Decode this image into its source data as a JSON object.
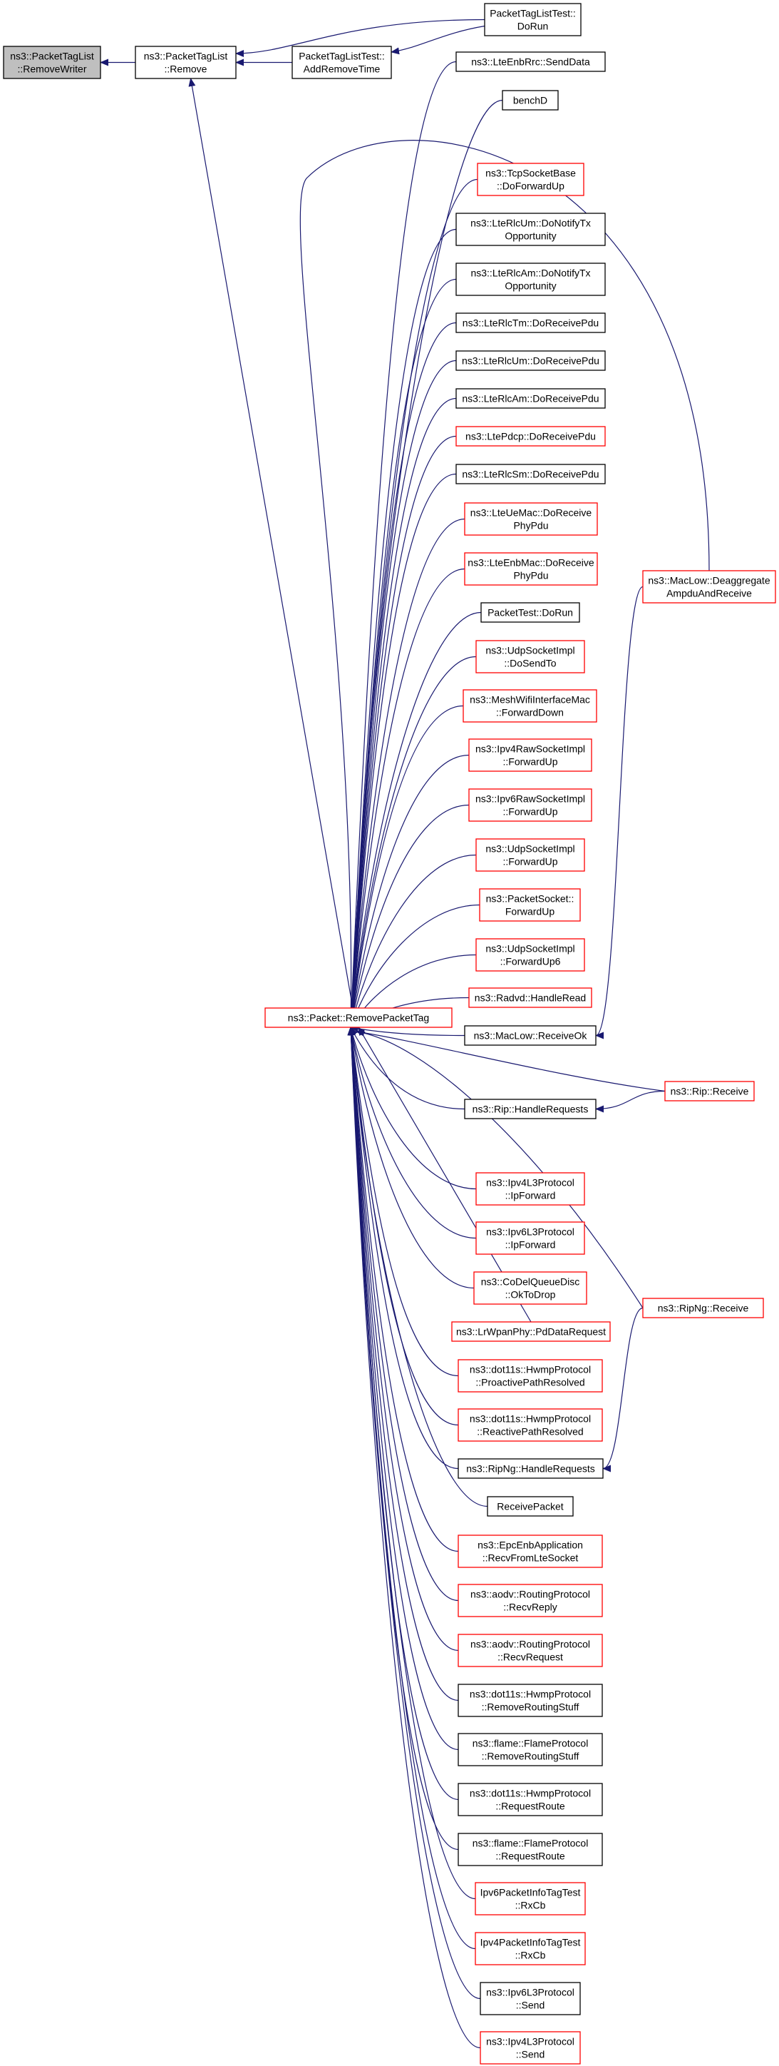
{
  "colors": {
    "edge": "#191970",
    "root_fill": "#bfbfbf",
    "border_black": "#000000",
    "border_red": "#ff0000"
  },
  "nodes": [
    {
      "id": "root",
      "lines": [
        "ns3::PacketTagList",
        "::RemoveWriter"
      ],
      "style": "root"
    },
    {
      "id": "remove",
      "lines": [
        "ns3::PacketTagList",
        "::Remove"
      ],
      "style": "black"
    },
    {
      "id": "ptltdorun",
      "lines": [
        "PacketTagListTest::",
        "DoRun"
      ],
      "style": "black"
    },
    {
      "id": "ptltaddremove",
      "lines": [
        "PacketTagListTest::",
        "AddRemoveTime"
      ],
      "style": "black"
    },
    {
      "id": "removepackettag",
      "lines": [
        "ns3::Packet::RemovePacketTag"
      ],
      "style": "red"
    },
    {
      "id": "n01",
      "lines": [
        "ns3::LteEnbRrc::SendData"
      ],
      "style": "black"
    },
    {
      "id": "n02",
      "lines": [
        "benchD"
      ],
      "style": "black"
    },
    {
      "id": "n03",
      "lines": [
        "ns3::TcpSocketBase",
        "::DoForwardUp"
      ],
      "style": "red"
    },
    {
      "id": "n04",
      "lines": [
        "ns3::LteRlcUm::DoNotifyTx",
        "Opportunity"
      ],
      "style": "black"
    },
    {
      "id": "n05",
      "lines": [
        "ns3::LteRlcAm::DoNotifyTx",
        "Opportunity"
      ],
      "style": "black"
    },
    {
      "id": "n06",
      "lines": [
        "ns3::LteRlcTm::DoReceivePdu"
      ],
      "style": "black"
    },
    {
      "id": "n07",
      "lines": [
        "ns3::LteRlcUm::DoReceivePdu"
      ],
      "style": "black"
    },
    {
      "id": "n08",
      "lines": [
        "ns3::LteRlcAm::DoReceivePdu"
      ],
      "style": "black"
    },
    {
      "id": "n09",
      "lines": [
        "ns3::LtePdcp::DoReceivePdu"
      ],
      "style": "red"
    },
    {
      "id": "n10",
      "lines": [
        "ns3::LteRlcSm::DoReceivePdu"
      ],
      "style": "black"
    },
    {
      "id": "n11",
      "lines": [
        "ns3::LteUeMac::DoReceive",
        "PhyPdu"
      ],
      "style": "red"
    },
    {
      "id": "n12",
      "lines": [
        "ns3::LteEnbMac::DoReceive",
        "PhyPdu"
      ],
      "style": "red"
    },
    {
      "id": "n13",
      "lines": [
        "PacketTest::DoRun"
      ],
      "style": "black"
    },
    {
      "id": "n14",
      "lines": [
        "ns3::UdpSocketImpl",
        "::DoSendTo"
      ],
      "style": "red"
    },
    {
      "id": "n15",
      "lines": [
        "ns3::MeshWifiInterfaceMac",
        "::ForwardDown"
      ],
      "style": "red"
    },
    {
      "id": "n16",
      "lines": [
        "ns3::Ipv4RawSocketImpl",
        "::ForwardUp"
      ],
      "style": "red"
    },
    {
      "id": "n17",
      "lines": [
        "ns3::Ipv6RawSocketImpl",
        "::ForwardUp"
      ],
      "style": "red"
    },
    {
      "id": "n18",
      "lines": [
        "ns3::UdpSocketImpl",
        "::ForwardUp"
      ],
      "style": "red"
    },
    {
      "id": "n19",
      "lines": [
        "ns3::PacketSocket::",
        "ForwardUp"
      ],
      "style": "red"
    },
    {
      "id": "n20",
      "lines": [
        "ns3::UdpSocketImpl",
        "::ForwardUp6"
      ],
      "style": "red"
    },
    {
      "id": "n21",
      "lines": [
        "ns3::Radvd::HandleRead"
      ],
      "style": "red"
    },
    {
      "id": "n22",
      "lines": [
        "ns3::MacLow::ReceiveOk"
      ],
      "style": "black"
    },
    {
      "id": "n23",
      "lines": [
        "ns3::Rip::HandleRequests"
      ],
      "style": "black"
    },
    {
      "id": "n24",
      "lines": [
        "ns3::Ipv4L3Protocol",
        "::IpForward"
      ],
      "style": "red"
    },
    {
      "id": "n25",
      "lines": [
        "ns3::Ipv6L3Protocol",
        "::IpForward"
      ],
      "style": "red"
    },
    {
      "id": "n26",
      "lines": [
        "ns3::CoDelQueueDisc",
        "::OkToDrop"
      ],
      "style": "red"
    },
    {
      "id": "n27",
      "lines": [
        "ns3::LrWpanPhy::PdDataRequest"
      ],
      "style": "red"
    },
    {
      "id": "n28",
      "lines": [
        "ns3::dot11s::HwmpProtocol",
        "::ProactivePathResolved"
      ],
      "style": "red"
    },
    {
      "id": "n29",
      "lines": [
        "ns3::dot11s::HwmpProtocol",
        "::ReactivePathResolved"
      ],
      "style": "red"
    },
    {
      "id": "n30",
      "lines": [
        "ns3::RipNg::HandleRequests"
      ],
      "style": "black"
    },
    {
      "id": "n31",
      "lines": [
        "ReceivePacket"
      ],
      "style": "black"
    },
    {
      "id": "n32",
      "lines": [
        "ns3::EpcEnbApplication",
        "::RecvFromLteSocket"
      ],
      "style": "red"
    },
    {
      "id": "n33",
      "lines": [
        "ns3::aodv::RoutingProtocol",
        "::RecvReply"
      ],
      "style": "red"
    },
    {
      "id": "n34",
      "lines": [
        "ns3::aodv::RoutingProtocol",
        "::RecvRequest"
      ],
      "style": "red"
    },
    {
      "id": "n35",
      "lines": [
        "ns3::dot11s::HwmpProtocol",
        "::RemoveRoutingStuff"
      ],
      "style": "black"
    },
    {
      "id": "n36",
      "lines": [
        "ns3::flame::FlameProtocol",
        "::RemoveRoutingStuff"
      ],
      "style": "black"
    },
    {
      "id": "n37",
      "lines": [
        "ns3::dot11s::HwmpProtocol",
        "::RequestRoute"
      ],
      "style": "black"
    },
    {
      "id": "n38",
      "lines": [
        "ns3::flame::FlameProtocol",
        "::RequestRoute"
      ],
      "style": "black"
    },
    {
      "id": "n39",
      "lines": [
        "Ipv6PacketInfoTagTest",
        "::RxCb"
      ],
      "style": "red"
    },
    {
      "id": "n40",
      "lines": [
        "Ipv4PacketInfoTagTest",
        "::RxCb"
      ],
      "style": "red"
    },
    {
      "id": "n41",
      "lines": [
        "ns3::Ipv6L3Protocol",
        "::Send"
      ],
      "style": "black"
    },
    {
      "id": "n42",
      "lines": [
        "ns3::Ipv4L3Protocol",
        "::Send"
      ],
      "style": "red"
    },
    {
      "id": "maclowdeagg",
      "lines": [
        "ns3::MacLow::Deaggregate",
        "AmpduAndReceive"
      ],
      "style": "red"
    },
    {
      "id": "ripreceive",
      "lines": [
        "ns3::Rip::Receive"
      ],
      "style": "red"
    },
    {
      "id": "ripngreceive",
      "lines": [
        "ns3::RipNg::Receive"
      ],
      "style": "red"
    }
  ],
  "edges": [
    {
      "from": "remove",
      "to": "root"
    },
    {
      "from": "ptltaddremove",
      "to": "remove"
    },
    {
      "from": "ptltdorun",
      "to": "remove"
    },
    {
      "from": "ptltdorun",
      "to": "ptltaddremove"
    },
    {
      "from": "removepackettag",
      "to": "remove"
    },
    {
      "from": "n01",
      "to": "removepackettag"
    },
    {
      "from": "n02",
      "to": "removepackettag"
    },
    {
      "from": "n03",
      "to": "removepackettag"
    },
    {
      "from": "n04",
      "to": "removepackettag"
    },
    {
      "from": "n05",
      "to": "removepackettag"
    },
    {
      "from": "n06",
      "to": "removepackettag"
    },
    {
      "from": "n07",
      "to": "removepackettag"
    },
    {
      "from": "n08",
      "to": "removepackettag"
    },
    {
      "from": "n09",
      "to": "removepackettag"
    },
    {
      "from": "n10",
      "to": "removepackettag"
    },
    {
      "from": "n11",
      "to": "removepackettag"
    },
    {
      "from": "n12",
      "to": "removepackettag"
    },
    {
      "from": "n13",
      "to": "removepackettag"
    },
    {
      "from": "n14",
      "to": "removepackettag"
    },
    {
      "from": "n15",
      "to": "removepackettag"
    },
    {
      "from": "n16",
      "to": "removepackettag"
    },
    {
      "from": "n17",
      "to": "removepackettag"
    },
    {
      "from": "n18",
      "to": "removepackettag"
    },
    {
      "from": "n19",
      "to": "removepackettag"
    },
    {
      "from": "n20",
      "to": "removepackettag"
    },
    {
      "from": "n21",
      "to": "removepackettag"
    },
    {
      "from": "n22",
      "to": "removepackettag"
    },
    {
      "from": "n23",
      "to": "removepackettag"
    },
    {
      "from": "n24",
      "to": "removepackettag"
    },
    {
      "from": "n25",
      "to": "removepackettag"
    },
    {
      "from": "n26",
      "to": "removepackettag"
    },
    {
      "from": "n27",
      "to": "removepackettag"
    },
    {
      "from": "n28",
      "to": "removepackettag"
    },
    {
      "from": "n29",
      "to": "removepackettag"
    },
    {
      "from": "n30",
      "to": "removepackettag"
    },
    {
      "from": "n31",
      "to": "removepackettag"
    },
    {
      "from": "n32",
      "to": "removepackettag"
    },
    {
      "from": "n33",
      "to": "removepackettag"
    },
    {
      "from": "n34",
      "to": "removepackettag"
    },
    {
      "from": "n35",
      "to": "removepackettag"
    },
    {
      "from": "n36",
      "to": "removepackettag"
    },
    {
      "from": "n37",
      "to": "removepackettag"
    },
    {
      "from": "n38",
      "to": "removepackettag"
    },
    {
      "from": "n39",
      "to": "removepackettag"
    },
    {
      "from": "n40",
      "to": "removepackettag"
    },
    {
      "from": "n41",
      "to": "removepackettag"
    },
    {
      "from": "n42",
      "to": "removepackettag"
    },
    {
      "from": "maclowdeagg",
      "to": "n22"
    },
    {
      "from": "ripreceive",
      "to": "n23"
    },
    {
      "from": "ripreceive",
      "to": "removepackettag"
    },
    {
      "from": "ripngreceive",
      "to": "n30"
    },
    {
      "from": "ripngreceive",
      "to": "removepackettag"
    },
    {
      "from": "maclowdeagg",
      "to": "removepackettag"
    }
  ]
}
